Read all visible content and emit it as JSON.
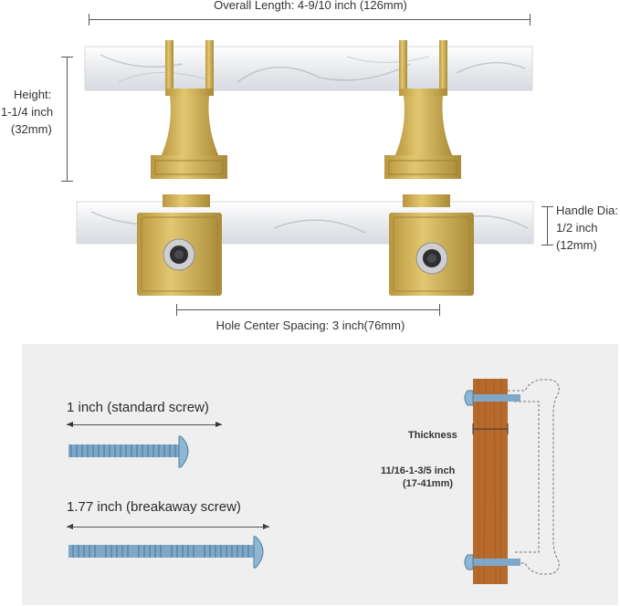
{
  "dimensions": {
    "overall_length": "Overall Length: 4-9/10 inch (126mm)",
    "height_lines": [
      "Height:",
      "1-1/4 inch",
      "(32mm)"
    ],
    "handle_dia_lines": [
      "Handle Dia:",
      "1/2 inch",
      "(12mm)"
    ],
    "hole_spacing": "Hole Center Spacing: 3 inch(76mm)"
  },
  "screws": {
    "standard": "1 inch (standard screw)",
    "breakaway": "1.77 inch (breakaway screw)"
  },
  "mounting": {
    "thickness_label": "Thickness",
    "thickness_value_lines": [
      "11/16-1-3/5 inch",
      "(17-41mm)"
    ]
  },
  "colors": {
    "brass": "#c9a94f",
    "marble": "#eef0f2",
    "wood": "#b86a2c",
    "screw": "#7aa7c9",
    "panel": "#efefef"
  }
}
